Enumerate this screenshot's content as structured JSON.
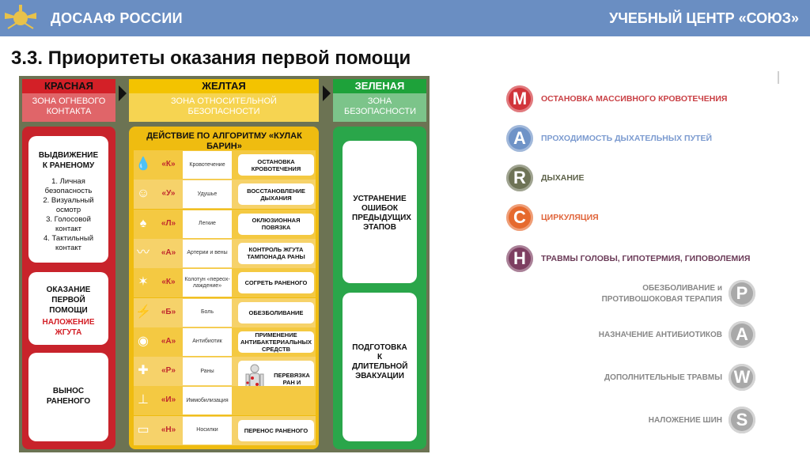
{
  "header": {
    "org": "ДОСААФ РОССИИ",
    "center": "УЧЕБНЫЙ ЦЕНТР «СОЮЗ»"
  },
  "title": "3.3. Приоритеты оказания первой помощи",
  "zones": [
    {
      "name": "КРАСНАЯ",
      "sub": "ЗОНА ОГНЕВОГО КОНТАКТА",
      "color": "#d32027"
    },
    {
      "name": "ЖЕЛТАЯ",
      "sub": "ЗОНА ОТНОСИТЕЛЬНОЙ БЕЗОПАСНОСТИ",
      "color": "#f3c300"
    },
    {
      "name": "ЗЕЛЕНАЯ",
      "sub": "ЗОНА БЕЗОПАСНОСТИ",
      "color": "#1ea23a"
    }
  ],
  "red_column": {
    "card1_title": "ВЫДВИЖЕНИЕ К РАНЕНОМУ",
    "card1_items": [
      "1. Личная безопасность",
      "2. Визуальный осмотр",
      "3. Голосовой контакт",
      "4. Тактильный контакт"
    ],
    "card2_title": "ОКАЗАНИЕ ПЕРВОЙ ПОМОЩИ",
    "card2_highlight": "НАЛОЖЕНИЕ ЖГУТА",
    "card3_title": "ВЫНОС РАНЕНОГО"
  },
  "yellow_column": {
    "title": "ДЕЙСТВИЕ ПО АЛГОРИТМУ «КУЛАК БАРИН»",
    "rows": [
      {
        "icon": "blood-drop-icon",
        "letter": "«К»",
        "word": "Кровотечение",
        "action": "ОСТАНОВКА КРОВОТЕЧЕНИЯ"
      },
      {
        "icon": "airway-icon",
        "letter": "«У»",
        "word": "Удушье",
        "action": "ВОССТАНОВЛЕНИЕ ДЫХАНИЯ"
      },
      {
        "icon": "lungs-icon",
        "letter": "«Л»",
        "word": "Легкие",
        "action": "ОКЛЮЗИОННАЯ ПОВЯЗКА"
      },
      {
        "icon": "arteries-icon",
        "letter": "«А»",
        "word": "Артерии и вены",
        "action": "КОНТРОЛЬ ЖГУТА ТАМПОНАДА РАНЫ"
      },
      {
        "icon": "cold-icon",
        "letter": "«К»",
        "word": "Колотун «переох-лаждение»",
        "action": "СОГРЕТЬ РАНЕНОГО"
      },
      {
        "icon": "pain-icon",
        "letter": "«Б»",
        "word": "Боль",
        "action": "ОБЕЗБОЛИВАНИЕ"
      },
      {
        "icon": "pills-icon",
        "letter": "«А»",
        "word": "Антибиотик",
        "action": "ПРИМЕНЕНИЕ АНТИБАКТЕРИАЛЬНЫХ СРЕДСТВ"
      },
      {
        "icon": "wound-icon",
        "letter": "«Р»",
        "word": "Раны",
        "action": "ПЕРЕВЯЗКА РАН И ИММОБИЛИ ЗАЦИЯ"
      },
      {
        "icon": "splint-icon",
        "letter": "«И»",
        "word": "Иммобилизация",
        "action": ""
      },
      {
        "icon": "stretcher-icon",
        "letter": "«Н»",
        "word": "Носилки",
        "action": "ПЕРЕНОС РАНЕНОГО"
      }
    ]
  },
  "green_column": {
    "card1": "УСТРАНЕНИЕ ОШИБОК ПРЕДЫДУЩИХ ЭТАПОВ",
    "card2": "ПОДГОТОВКА К ДЛИТЕЛЬНОЙ ЭВАКУАЦИИ"
  },
  "march": [
    {
      "letter": "M",
      "text": "ОСТАНОВКА МАССИВНОГО КРОВОТЕЧЕНИЯ",
      "color": "#d1343a",
      "text_color": "#c94045"
    },
    {
      "letter": "A",
      "text": "ПРОХОДИМОСТЬ ДЫХАТЕЛЬНЫХ ПУТЕЙ",
      "color": "#6f93c7",
      "text_color": "#7c9bd0"
    },
    {
      "letter": "R",
      "text": "ДЫХАНИЕ",
      "color": "#6e7356",
      "text_color": "#5e624a"
    },
    {
      "letter": "C",
      "text": "ЦИРКУЛЯЦИЯ",
      "color": "#e66a2e",
      "text_color": "#e0643a"
    },
    {
      "letter": "H",
      "text": "ТРАВМЫ ГОЛОВЫ, ГИПОТЕРМИЯ, ГИПОВОЛЕМИЯ",
      "color": "#7d3e61",
      "text_color": "#6a3a57"
    }
  ],
  "paws": [
    {
      "letter": "P",
      "text": "ОБЕЗБОЛИВАНИЕ и ПРОТИВОШОКОВАЯ ТЕРАПИЯ"
    },
    {
      "letter": "A",
      "text": "НАЗНАЧЕНИЕ АНТИБИОТИКОВ"
    },
    {
      "letter": "W",
      "text": "ДОПОЛНИТЕЛЬНЫЕ ТРАВМЫ"
    },
    {
      "letter": "S",
      "text": "НАЛОЖЕНИЕ ШИН"
    }
  ]
}
